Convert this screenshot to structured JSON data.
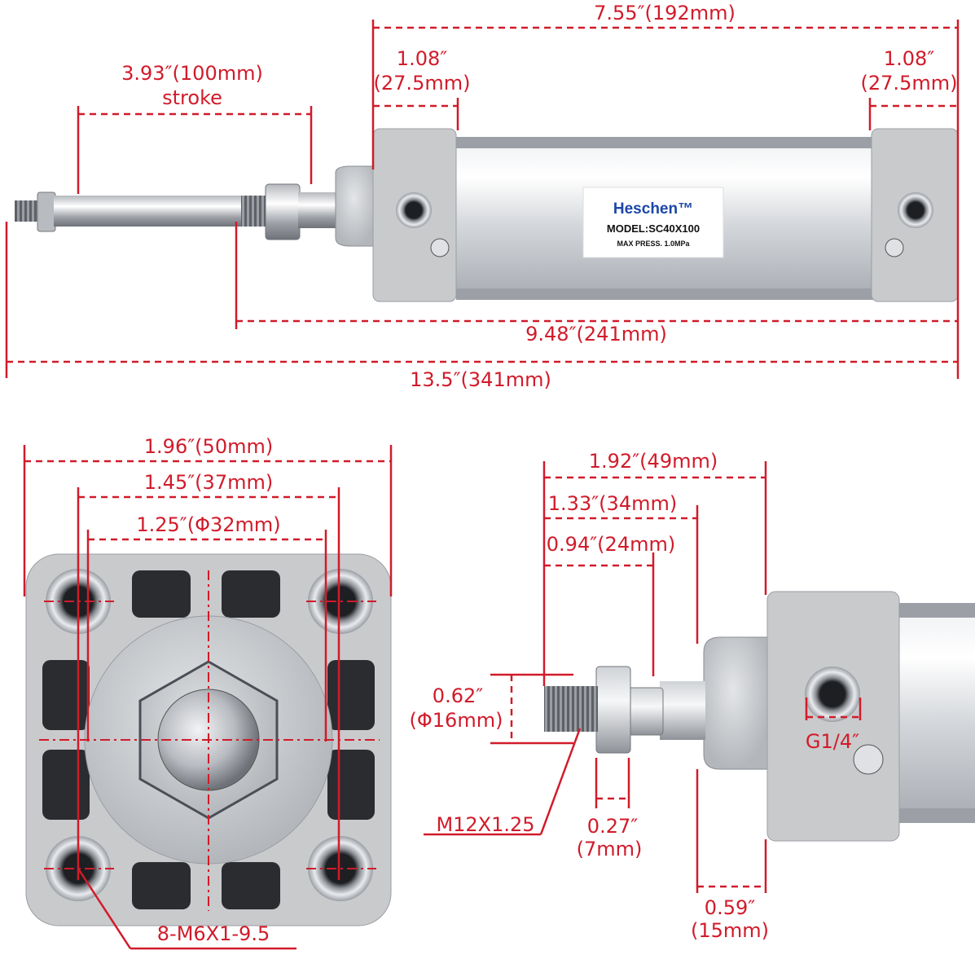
{
  "dimensions": {
    "overall_body_length": "7.55″(192mm)",
    "left_endcap_width": "1.08″\n(27.5mm)",
    "right_endcap_width": "1.08″\n(27.5mm)",
    "stroke_length": "3.93″(100mm)",
    "stroke_word": "stroke",
    "body_plus_nose_length": "9.48″(241mm)",
    "total_length": "13.5″(341mm)",
    "square_width": "1.96″(50mm)",
    "hole_spacing": "1.45″(37mm)",
    "bore_diameter": "1.25″(Φ32mm)",
    "rod_tip_to_cap": "1.92″(49mm)",
    "rod_tip_to_nose": "1.33″(34mm)",
    "thread_length": "0.94″(24mm)",
    "rod_diameter_in": "0.62″",
    "rod_diameter_mm": "(Φ16mm)",
    "nut_thickness_in": "0.27″",
    "nut_thickness_mm": "(7mm)",
    "nose_length_in": "0.59″",
    "nose_length_mm": "(15mm)"
  },
  "callouts": {
    "thread": "M12X1.25",
    "port": "G1/4″",
    "mounting_holes": "8-M6X1-9.5"
  },
  "label": {
    "brand": "Heschen™",
    "model": "MODEL:SC40X100",
    "pressure": "MAX PRESS. 1.0MPa"
  },
  "colors": {
    "dimension": "#d11b2a",
    "aluminum": "#c9cacc",
    "brand": "#1b47a8"
  }
}
